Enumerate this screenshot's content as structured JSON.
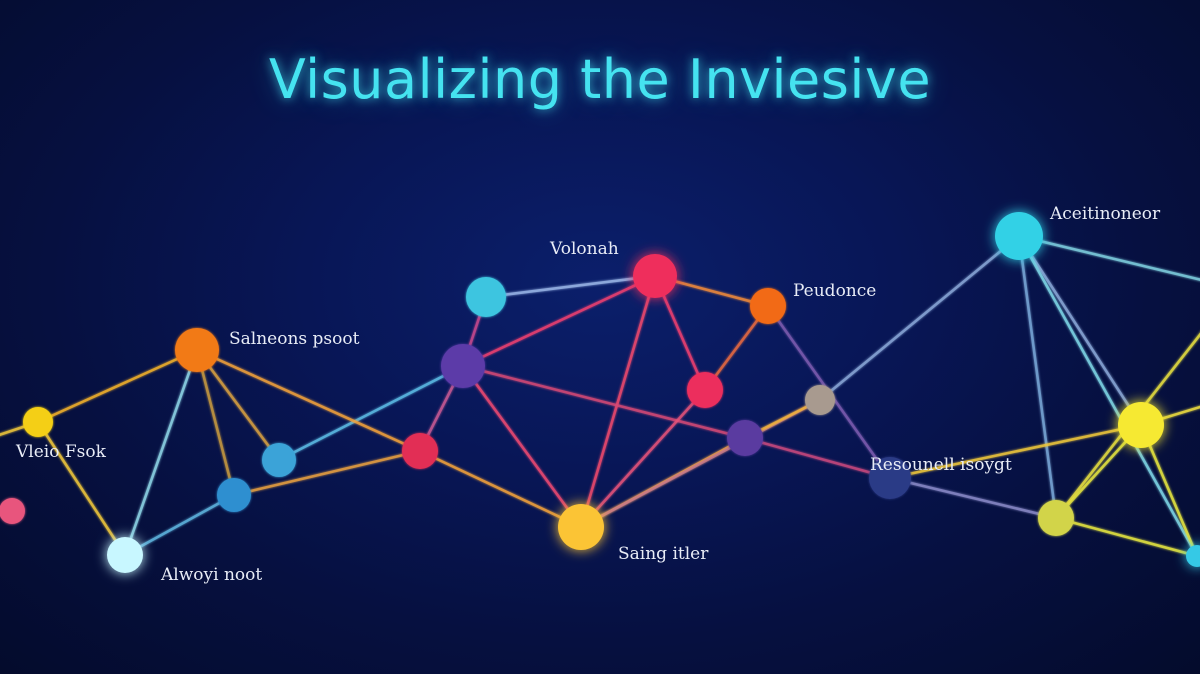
{
  "title": "Visualizing the Inviesive",
  "diagram": {
    "labels": [
      {
        "id": "volonah",
        "text": "Volonah"
      },
      {
        "id": "peudonce",
        "text": "Peudonce"
      },
      {
        "id": "acelinoter",
        "text": "Aceitinoneor"
      },
      {
        "id": "salneons",
        "text": "Salneons psoot"
      },
      {
        "id": "vleio",
        "text": "Vleio Fsok"
      },
      {
        "id": "alwoyi",
        "text": "Alwoyi noot"
      },
      {
        "id": "saing",
        "text": "Saing itler"
      },
      {
        "id": "resounell",
        "text": "Resounell isoygt"
      }
    ],
    "nodes": [
      {
        "id": "n-cyan-left",
        "color": "#3ec5e0",
        "glow": false
      },
      {
        "id": "n-red-top",
        "color": "#ef2f5c",
        "glow": true
      },
      {
        "id": "n-orange-right",
        "color": "#f26b12",
        "glow": false
      },
      {
        "id": "n-cyan-topright",
        "color": "#31d1e6",
        "glow": true
      },
      {
        "id": "n-orange-left",
        "color": "#f27a18",
        "glow": false
      },
      {
        "id": "n-purple-center",
        "color": "#5b3aa8",
        "glow": false
      },
      {
        "id": "n-red-small",
        "color": "#ec2d5d",
        "glow": false
      },
      {
        "id": "n-gray",
        "color": "#a89a8f",
        "glow": false
      },
      {
        "id": "n-yellow-left",
        "color": "#f4cf12",
        "glow": false
      },
      {
        "id": "n-blue-mid",
        "color": "#3ba3d8",
        "glow": false
      },
      {
        "id": "n-red-mid",
        "color": "#e22f55",
        "glow": false
      },
      {
        "id": "n-purple-mid",
        "color": "#5a3aa0",
        "glow": false
      },
      {
        "id": "n-navy",
        "color": "#2c3a86",
        "glow": false
      },
      {
        "id": "n-yellow-right",
        "color": "#f6e930",
        "glow": true
      },
      {
        "id": "n-pink",
        "color": "#e8557d",
        "glow": false
      },
      {
        "id": "n-blue-low",
        "color": "#2f8fd0",
        "glow": false
      },
      {
        "id": "n-yellow-big",
        "color": "#fbc436",
        "glow": true
      },
      {
        "id": "n-olive",
        "color": "#d2d448",
        "glow": false
      },
      {
        "id": "n-white-glow",
        "color": "#c8f7ff",
        "glow": true
      },
      {
        "id": "n-cyan-edge",
        "color": "#34c9e6",
        "glow": true
      }
    ],
    "edges": [
      {
        "from": "n-cyan-left",
        "to": "n-red-top",
        "color": "#9ab6e8"
      },
      {
        "from": "n-cyan-left",
        "to": "n-purple-center",
        "color": "#c9488e"
      },
      {
        "from": "n-red-top",
        "to": "n-orange-right",
        "color": "#f08a3a"
      },
      {
        "from": "n-red-top",
        "to": "n-purple-center",
        "color": "#ef3f70"
      },
      {
        "from": "n-red-top",
        "to": "n-red-small",
        "color": "#ef3f70"
      },
      {
        "from": "n-red-top",
        "to": "n-yellow-big",
        "color": "#ef4a6d"
      },
      {
        "from": "n-orange-right",
        "to": "n-red-small",
        "color": "#e86a40"
      },
      {
        "from": "n-purple-center",
        "to": "n-blue-mid",
        "color": "#5dbde6"
      },
      {
        "from": "n-purple-center",
        "to": "n-red-mid",
        "color": "#c95a94"
      },
      {
        "from": "n-purple-center",
        "to": "n-yellow-big",
        "color": "#ee4a72"
      },
      {
        "from": "n-purple-center",
        "to": "n-purple-mid",
        "color": "#d54a76"
      },
      {
        "from": "n-red-small",
        "to": "n-yellow-big",
        "color": "#e6527a"
      },
      {
        "from": "n-orange-left",
        "to": "n-yellow-left",
        "color": "#f4b22a"
      },
      {
        "from": "n-orange-left",
        "to": "n-red-mid",
        "color": "#f2a23a"
      },
      {
        "from": "n-orange-left",
        "to": "n-white-glow",
        "color": "#8fd7e8"
      },
      {
        "from": "n-orange-left",
        "to": "n-blue-mid",
        "color": "#d8a040"
      },
      {
        "from": "n-orange-left",
        "to": "n-blue-low",
        "color": "#c79a3f"
      },
      {
        "from": "n-yellow-left",
        "to": "n-white-glow",
        "color": "#f0c83a"
      },
      {
        "from": "n-blue-low",
        "to": "n-red-mid",
        "color": "#e9a040"
      },
      {
        "from": "n-white-glow",
        "to": "n-blue-low",
        "color": "#5fb6e0"
      },
      {
        "from": "n-red-mid",
        "to": "n-yellow-big",
        "color": "#f2a23a"
      },
      {
        "from": "n-yellow-big",
        "to": "n-purple-mid",
        "color": "#f1a43a"
      },
      {
        "from": "n-yellow-big",
        "to": "n-gray",
        "color": "#c97a8a"
      },
      {
        "from": "n-purple-mid",
        "to": "n-gray",
        "color": "#f0b23a"
      },
      {
        "from": "n-purple-mid",
        "to": "n-navy",
        "color": "#c9487e"
      },
      {
        "from": "n-orange-right",
        "to": "n-navy",
        "color": "#7d5bb0"
      },
      {
        "from": "n-gray",
        "to": "n-cyan-topright",
        "color": "#8aa8d8"
      },
      {
        "from": "n-cyan-topright",
        "to": "n-olive",
        "color": "#7aa8d8"
      },
      {
        "from": "n-cyan-topright",
        "to": "n-yellow-right",
        "color": "#8aa8d8"
      },
      {
        "from": "n-cyan-topright",
        "to": "n-cyan-edge",
        "color": "#7fd8e8"
      },
      {
        "from": "n-navy",
        "to": "n-olive",
        "color": "#8a8ac8"
      },
      {
        "from": "n-navy",
        "to": "n-yellow-right",
        "color": "#f0c83a"
      },
      {
        "from": "n-olive",
        "to": "n-yellow-right",
        "color": "#e8e840"
      },
      {
        "from": "n-olive",
        "to": "n-cyan-edge",
        "color": "#e8e840"
      },
      {
        "from": "n-yellow-right",
        "to": "n-cyan-edge",
        "color": "#e8e840"
      },
      {
        "from": "n-yellow-left",
        "to": "n-edge-left",
        "color": "#f0c83a"
      },
      {
        "from": "n-olive",
        "to": "n-edge-right-up",
        "color": "#e8e040"
      },
      {
        "from": "n-yellow-right",
        "to": "n-edge-right-mid",
        "color": "#f0e040"
      },
      {
        "from": "n-cyan-topright",
        "to": "n-edge-right-top",
        "color": "#7fd0e0"
      }
    ]
  }
}
